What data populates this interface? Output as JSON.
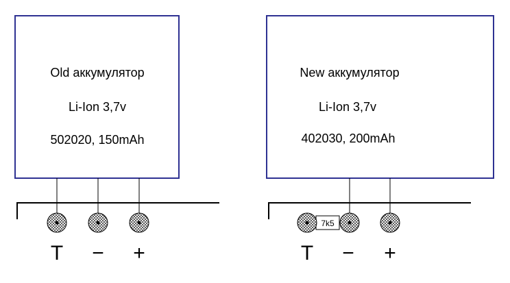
{
  "old_battery": {
    "title": "Old аккумулятор",
    "chemistry": "Li-Ion 3,7v",
    "spec": "502020, 150mAh"
  },
  "new_battery": {
    "title": "New аккумулятор",
    "chemistry": "Li-Ion 3,7v",
    "spec": "402030, 200mAh"
  },
  "old_pins": [
    "T",
    "−",
    "+"
  ],
  "new_pins": [
    "T",
    "−",
    "+"
  ],
  "resistor_label": "7k5",
  "colors": {
    "box_border": "#2e3192",
    "lines": "#000000"
  }
}
